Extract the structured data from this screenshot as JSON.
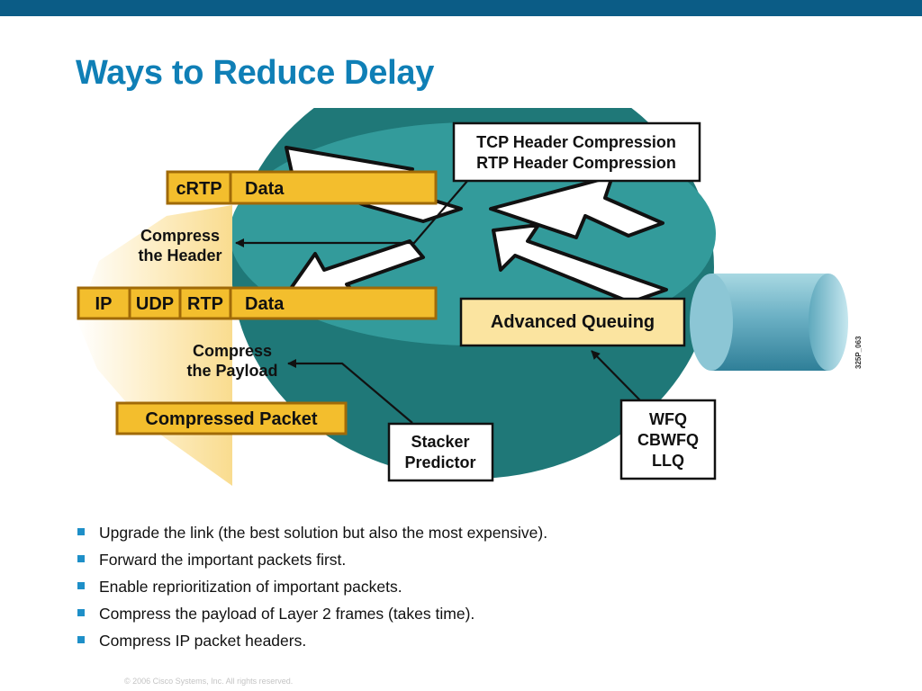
{
  "slide": {
    "title": "Ways to Reduce Delay",
    "footer": "© 2006 Cisco Systems, Inc. All rights reserved.",
    "side_id": "325P_063",
    "colors": {
      "top_bar": "#0b5c86",
      "title": "#0f7fb6",
      "router": "#339b9b",
      "packet_fill": "#f3be2d",
      "packet_border": "#a06a08",
      "queue_fill": "#fbe4a0",
      "bullet": "#1e8fc8"
    }
  },
  "diagram": {
    "crtp_packet": {
      "cells": [
        "cRTP",
        "Data"
      ]
    },
    "full_packet": {
      "cells": [
        "IP",
        "UDP",
        "RTP",
        "Data"
      ]
    },
    "compressed_packet": "Compressed Packet",
    "compress_header": [
      "Compress",
      "the Header"
    ],
    "compress_payload": [
      "Compress",
      "the Payload"
    ],
    "header_compression_box": [
      "TCP Header Compression",
      "RTP Header Compression"
    ],
    "advanced_queuing": "Advanced Queuing",
    "stacker_box": [
      "Stacker",
      "Predictor"
    ],
    "queuing_box": [
      "WFQ",
      "CBWFQ",
      "LLQ"
    ]
  },
  "bullets": [
    "Upgrade the link (the best solution but also the most expensive).",
    "Forward the important packets first.",
    "Enable reprioritization of important packets.",
    "Compress the payload of Layer 2 frames (takes time).",
    "Compress IP packet headers."
  ]
}
